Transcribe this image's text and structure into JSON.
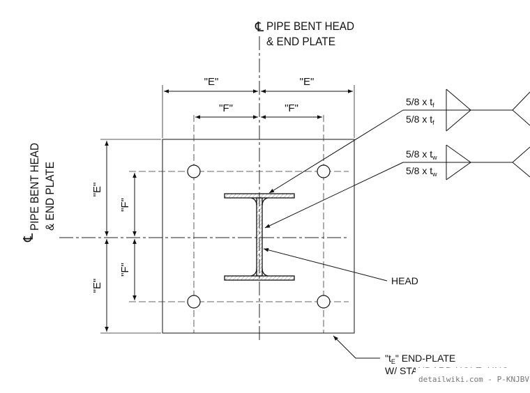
{
  "centerline_labels": {
    "top_line1": "PIPE BENT HEAD",
    "top_line2": "& END PLATE",
    "left_line1": "PIPE BENT HEAD",
    "left_line2": "& END PLATE",
    "cl_symbol": "℄"
  },
  "dimensions": {
    "top_e_left": "\"E\"",
    "top_e_right": "\"E\"",
    "top_f_left": "\"F\"",
    "top_f_right": "\"F\"",
    "left_e_top": "\"E\"",
    "left_e_bottom": "\"E\"",
    "left_f_top": "\"F\"",
    "left_f_bottom": "\"F\""
  },
  "welds": {
    "flange_top_prefix": "5/8 x t",
    "flange_top_sub": "f",
    "flange_bottom_prefix": "5/8 x t",
    "flange_bottom_sub": "f",
    "web_top_prefix": "5/8 x t",
    "web_top_sub": "w",
    "web_bottom_prefix": "5/8 x t",
    "web_bottom_sub": "w"
  },
  "callouts": {
    "head": "HEAD",
    "end_plate_prefix": "\"t",
    "end_plate_sub": "E",
    "end_plate_suffix": "\" END-PLATE",
    "end_plate_line2": "W/ STANDARD HOLE, UNO"
  },
  "watermark": "detailwiki.com - P-KNJBV"
}
